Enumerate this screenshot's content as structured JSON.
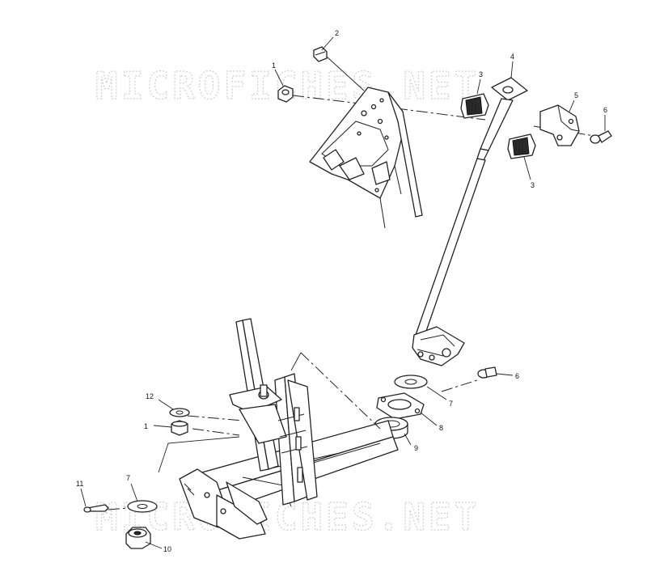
{
  "watermark_top": "MICROFICHES.NET",
  "watermark_bottom": "MICROFICHES.NET",
  "callouts": {
    "c1a": "1",
    "c2": "2",
    "c3a": "3",
    "c3b": "3",
    "c4": "4",
    "c5": "5",
    "c6a": "6",
    "c6b": "6",
    "c7a": "7",
    "c8": "8",
    "c9": "9",
    "c12": "12",
    "c1b": "1",
    "c11": "11",
    "c7b": "7",
    "c10": "10"
  }
}
